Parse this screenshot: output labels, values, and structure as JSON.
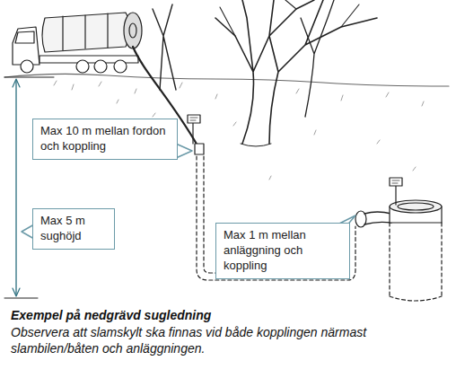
{
  "diagram": {
    "title": "Exempel på nedgrävd sugledning",
    "caption": "Observera att slamskylt ska finnas vid både kopplingen närmast slambilen/båten och anläggningen.",
    "nodes": [
      {
        "text": [
          "Max 10 m mellan fordon och koppling"
        ]
      },
      {
        "text": [
          "Max 5 m sughöjd"
        ]
      },
      {
        "text": [
          "Max 1 m mellan anläggning och koppling"
        ]
      }
    ]
  }
}
